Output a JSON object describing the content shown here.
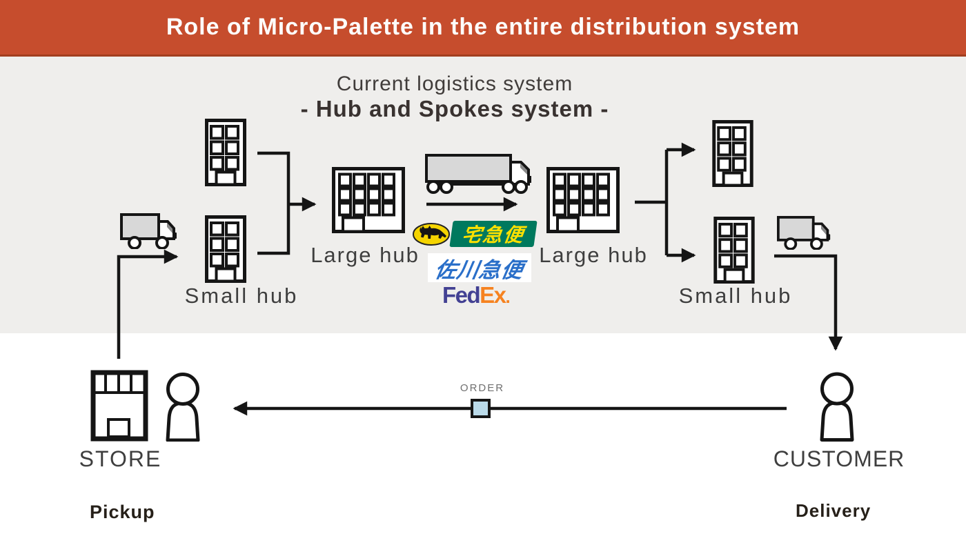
{
  "header": {
    "title": "Role of Micro-Palette in the entire distribution system",
    "bg_color": "#C64D2D",
    "text_color": "#FDFDFB"
  },
  "panel": {
    "subtitle1": "Current logistics system",
    "subtitle2": "- Hub and Spokes system -",
    "bg_color": "#EFEEEC"
  },
  "labels": {
    "small_hub_left": "Small hub",
    "large_hub_left": "Large hub",
    "large_hub_right": "Large hub",
    "small_hub_right": "Small hub",
    "store": "STORE",
    "customer": "CUSTOMER",
    "order": "ORDER",
    "pickup": "Pickup",
    "delivery": "Delivery"
  },
  "logos": {
    "yamato": {
      "text": "宅急便",
      "banner_color": "#00795E",
      "text_color": "#FFE100",
      "oval_color": "#F5D400"
    },
    "sagawa": {
      "text": "佐川急便",
      "color": "#2A6FC9"
    },
    "fedex": {
      "fed": "Fed",
      "ex": "Ex",
      "dot": ".",
      "fed_color": "#434193",
      "ex_color": "#F6821F"
    }
  },
  "icons": [
    "small-truck-icon",
    "large-truck-icon",
    "small-building-icon",
    "large-building-icon",
    "store-icon",
    "person-icon",
    "order-box-icon",
    "yamato-cat-icon",
    "arrow-connector"
  ],
  "colors": {
    "line": "#151515",
    "order_box_fill": "#BADAE9",
    "truck_cargo_fill": "#D8D8D8",
    "label_text": "#3E3E3E"
  }
}
